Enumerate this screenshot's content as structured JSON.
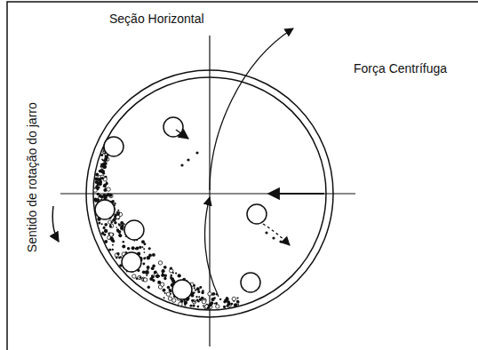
{
  "diagram": {
    "labels": [
      "Seção Horizontal",
      "Força Centrífuga",
      "Sentido de rotação do jarro"
    ]
  }
}
